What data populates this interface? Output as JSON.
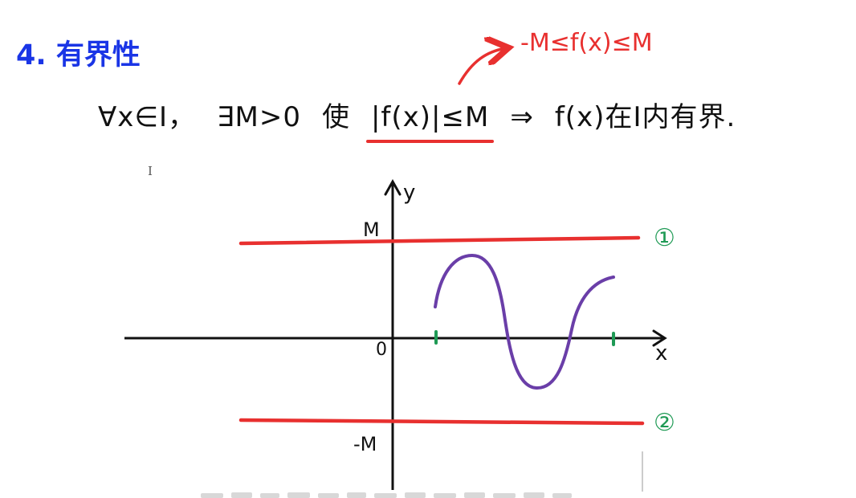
{
  "heading": "4. 有界性",
  "definition": {
    "part1": "∀x∈I，",
    "part2": "∃M>0",
    "part3": "使",
    "condition": "|f(x)|≤M",
    "implies": "⇒",
    "conclusion": "f(x)在I内有界."
  },
  "annotation": "-M≤f(x)≤M",
  "graph": {
    "y_axis_label": "y",
    "x_axis_label": "x",
    "origin_label": "0",
    "upper_bound_label": "M",
    "lower_bound_label": "-M",
    "line_marker_1": "①",
    "line_marker_2": "②"
  },
  "colors": {
    "heading": "#1a35e6",
    "annotation": "#e8302f",
    "bound_lines": "#e8302f",
    "curve": "#6a3ea8",
    "markers": "#1f9a55",
    "ink": "#111111"
  },
  "cursor_glyph": "I"
}
